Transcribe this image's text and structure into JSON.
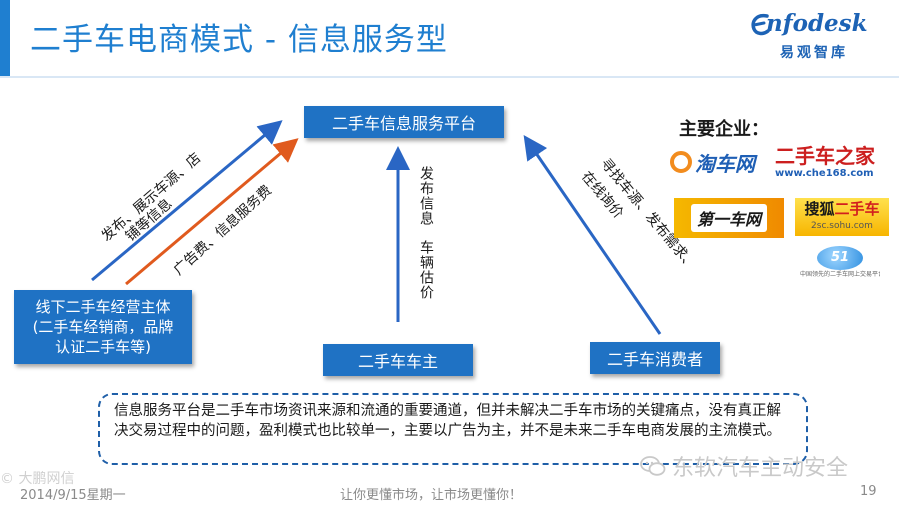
{
  "header": {
    "title": "二手车电商模式 - 信息服务型",
    "brand_name": "nfodesk",
    "brand_sub": "易观智库",
    "accent_color": "#1f7fd0"
  },
  "diagram": {
    "platform": "二手车信息服务平台",
    "dealer": [
      "线下二手车经营主体",
      "(二手车经销商，品牌",
      "认证二手车等)"
    ],
    "owner": "二手车车主",
    "consumer": "二手车消费者",
    "dealer_info_line1": "发布、展示车源、店",
    "dealer_info_line2": "铺等信息",
    "ad_fee": "广告费、信息服务费",
    "owner_label_1": "发布信息",
    "owner_label_2": "车辆估价",
    "consumer_line1": "寻找车源、发布需求、",
    "consumer_line2": "在线询价",
    "arrow_color": "#2a66c4",
    "fee_arrow_color": "#e05a1e"
  },
  "companies": {
    "title": "主要企业：",
    "taoche": "淘车网",
    "che168": "二手车之家",
    "che168_url": "www.che168.com",
    "first": "第一车网",
    "sohu_a": "搜狐",
    "sohu_b": "二手车",
    "sohu_url": "2sc.sohu.com",
    "c51": "51",
    "c51_sub": "中国领先的二手车网上交易平台"
  },
  "note": "信息服务平台是二手车市场资讯来源和流通的重要通道，但并未解决二手车市场的关键痛点，没有真正解决交易过程中的问题，盈利模式也比较单一，主要以广告为主，并不是未来二手车电商发展的主流模式。",
  "footer": {
    "date": "2014/9/15星期一",
    "slogan": "让你更懂市场，让市场更懂你！",
    "page": "19",
    "watermark_tl": "© 大鹏网信",
    "watermark": "东软汽车主动安全"
  }
}
